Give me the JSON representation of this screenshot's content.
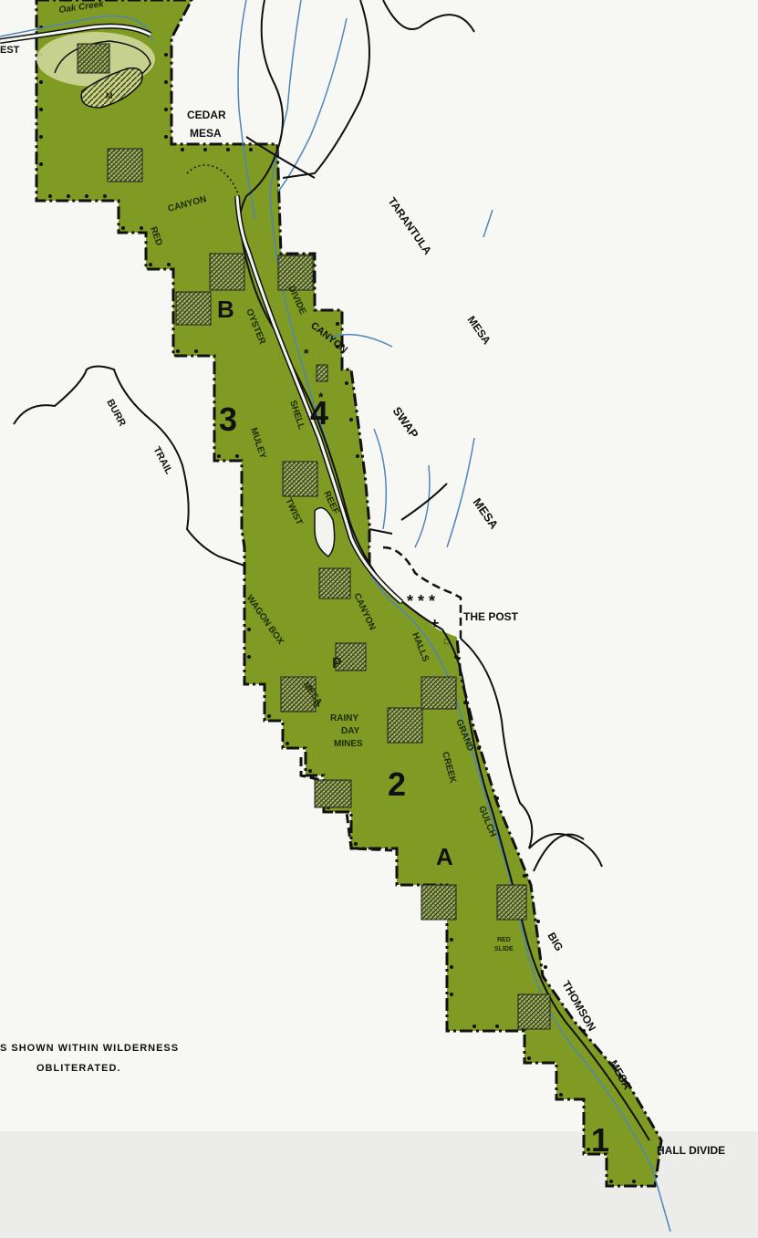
{
  "colors": {
    "background": "#f7f7f4",
    "wilderness_fill": "#7f9b24",
    "boundary": "#111111",
    "stream": "#4e86b8",
    "road": "#111111",
    "private_inholding": "#b9c47a"
  },
  "labels": {
    "est": "EST",
    "oak_creek": "Oak Creek",
    "cedar": "CEDAR",
    "mesa_cedar": "MESA",
    "red_canyon_red": "RED",
    "red_canyon_canyon": "CANYON",
    "tarantula": "TARANTULA",
    "mesa_tarantula": "MESA",
    "divide": "DIVIDE",
    "canyon_divide": "CANYON",
    "oyster": "OYSTER",
    "shell": "SHELL",
    "muley": "MULEY",
    "burr": "BURR",
    "trail": "TRAIL",
    "swap": "SWAP",
    "mesa_swap": "MESA",
    "twist": "TWIST",
    "reef": "REEF",
    "canyon_twist": "CANYON",
    "the_post": "THE POST",
    "halls": "HALLS",
    "wagon_box": "WAGON BOX",
    "mesa_wagon": "MESA",
    "rainy": "RAINY",
    "day": "DAY",
    "mines": "MINES",
    "grand": "GRAND",
    "creek": "CREEK",
    "gulch": "GULCH",
    "big": "BIG",
    "thomson": "THOMSON",
    "mesa_thomson": "MESA",
    "red_slide_red": "RED",
    "red_slide_slide": "SLIDE",
    "hall_divide": "HALL DIVIDE"
  },
  "units": {
    "one": "1",
    "two": "2",
    "three": "3",
    "four": "4",
    "a": "A",
    "b": "B"
  },
  "markers": {
    "mine": "M",
    "property": "P"
  },
  "note": {
    "line1": "S SHOWN WITHIN WILDERNESS",
    "line2": "OBLITERATED."
  }
}
